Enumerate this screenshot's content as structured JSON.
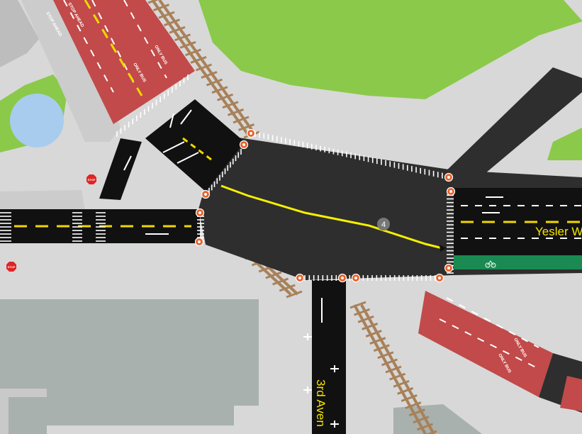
{
  "map": {
    "streets": [
      {
        "id": "yesler",
        "label": "Yesler W"
      },
      {
        "id": "third-ave",
        "label": "3rd Aven"
      }
    ],
    "bus_lane_markings": [
      {
        "id": "bus-nw-1",
        "label": "ONLY BUS"
      },
      {
        "id": "bus-nw-2",
        "label": "ONLY BUS"
      },
      {
        "id": "bus-se-1",
        "label": "ONLY BUS"
      },
      {
        "id": "bus-se-2",
        "label": "ONLY BUS"
      },
      {
        "id": "stop-ahead-1",
        "label": "STOP AHEAD"
      },
      {
        "id": "stop-ahead-2",
        "label": "STOP AHEAD"
      }
    ],
    "stop_signs": [
      "STOP",
      "STOP"
    ],
    "route_badge": "4",
    "icons": [
      "stop-sign-icon",
      "traffic-signal-icon",
      "bike-icon",
      "route-path",
      "turn-arrow-icon"
    ],
    "colors": {
      "road": "#2e2e2e",
      "sidewalk": "#d4d4d4",
      "bus_lane": "#c24a4a",
      "bike_lane": "#1a8a52",
      "park": "#8ac84a",
      "water": "#a8ccee",
      "building": "#a7b0ac",
      "rail": "#a8815a",
      "route": "#f5f000",
      "centerline": "#f0d800",
      "signal": "#e8622a"
    }
  }
}
